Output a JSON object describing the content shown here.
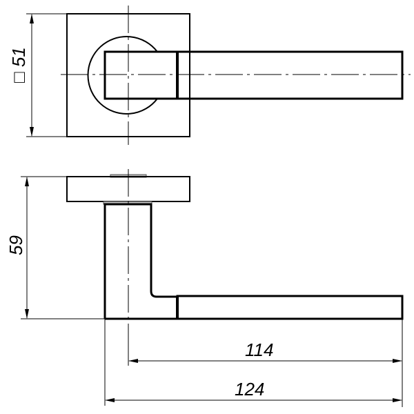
{
  "drawing": {
    "subject": "door lever handle on square rosette",
    "views": [
      "top-view",
      "side-view"
    ],
    "dimensions": {
      "rosette_square": {
        "symbol": "□",
        "value": "51",
        "label": "□ 51"
      },
      "height": {
        "value": "59",
        "label": "59"
      },
      "lever_length_from_axis": {
        "value": "114",
        "label": "114"
      },
      "overall_length": {
        "value": "124",
        "label": "124"
      }
    },
    "colors": {
      "line": "#000000",
      "background": "#ffffff",
      "insert": "#bbbbbb"
    }
  }
}
